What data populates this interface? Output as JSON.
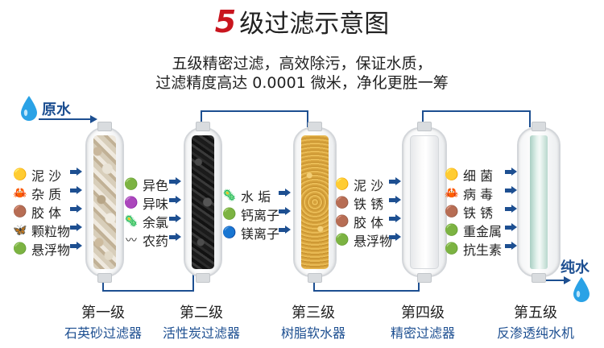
{
  "title": {
    "number": "5",
    "text": "级过滤示意图"
  },
  "subtitle": {
    "line1": "五级精密过滤，高效除污，保证水质，",
    "line2": "过滤精度高达 0.0001 微米，净化更胜一筹"
  },
  "labels": {
    "raw_water": "原水",
    "pure_water": "纯水"
  },
  "colors": {
    "title_number": "#c9151e",
    "accent_blue": "#1d4f91",
    "pipe": "#1d4f91",
    "drop": "#2aa2e6"
  },
  "stages": [
    {
      "stage": "第一级",
      "name": "石英砂过滤器",
      "media": "quartz-sand",
      "items": [
        {
          "icon": "sand-icon",
          "label": "泥 沙"
        },
        {
          "icon": "impurity-icon",
          "label": "杂 质"
        },
        {
          "icon": "colloid-icon",
          "label": "胶 体"
        },
        {
          "icon": "particle-icon",
          "label": "颗粒物"
        },
        {
          "icon": "suspended-icon",
          "label": "悬浮物"
        }
      ]
    },
    {
      "stage": "第二级",
      "name": "活性炭过滤器",
      "media": "activated-carbon",
      "items": [
        {
          "icon": "color-icon",
          "label": "异色"
        },
        {
          "icon": "odor-icon",
          "label": "异味"
        },
        {
          "icon": "chlorine-icon",
          "label": "余氯"
        },
        {
          "icon": "pesticide-icon",
          "label": "农药"
        }
      ]
    },
    {
      "stage": "第三级",
      "name": "树脂软水器",
      "media": "resin",
      "items": [
        {
          "icon": "scale-icon",
          "label": "水 垢"
        },
        {
          "icon": "calcium-icon",
          "label": "钙离子"
        },
        {
          "icon": "magnesium-icon",
          "label": "镁离子"
        }
      ]
    },
    {
      "stage": "第四级",
      "name": "精密过滤器",
      "media": "pp-cotton",
      "items": [
        {
          "icon": "sand-icon",
          "label": "泥 沙"
        },
        {
          "icon": "rust-icon",
          "label": "铁 锈"
        },
        {
          "icon": "colloid-icon",
          "label": "胶 体"
        },
        {
          "icon": "suspended-icon",
          "label": "悬浮物"
        }
      ]
    },
    {
      "stage": "第五级",
      "name": "反渗透纯水机",
      "media": "ro-membrane",
      "items": [
        {
          "icon": "bacteria-icon",
          "label": "细 菌"
        },
        {
          "icon": "virus-icon",
          "label": "病 毒"
        },
        {
          "icon": "rust-icon",
          "label": "铁 锈"
        },
        {
          "icon": "heavy-metal-icon",
          "label": "重金属"
        },
        {
          "icon": "antibiotic-icon",
          "label": "抗生素"
        }
      ]
    }
  ]
}
